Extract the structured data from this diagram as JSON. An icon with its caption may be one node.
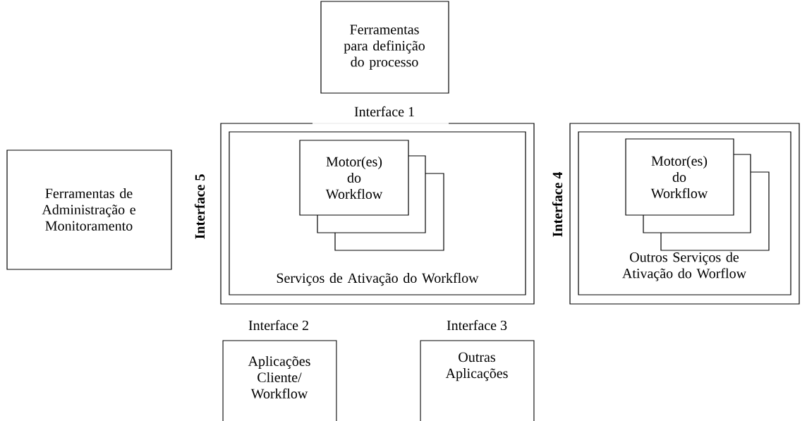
{
  "diagram": {
    "nodes": [
      {
        "text": [
          "Ferramentas para definição do processo"
        ]
      },
      {
        "text": [
          "Ferramentas de Administração e Monitoramento"
        ]
      },
      {
        "text": [],
        "shape": "box"
      },
      {
        "text": [
          "Serviços de Ativação do Workflow"
        ],
        "in": 2
      },
      {
        "text": [
          "Motor(es) do Workflow"
        ],
        "in": 3
      },
      {
        "text": [],
        "shape": "box"
      },
      {
        "text": [
          "Outros Serviços de Ativação do Worflow"
        ],
        "in": 5
      },
      {
        "text": [
          "Motor(es) do Workflow"
        ],
        "in": 6
      },
      {
        "text": [
          "Aplicações Cliente/ Workflow"
        ]
      },
      {
        "text": [
          "Outras Aplicações"
        ]
      }
    ],
    "edges": [],
    "labels": [
      "Interface 1",
      "Interface 5",
      "Interface 4",
      "Interface 2",
      "Interface 3"
    ]
  }
}
